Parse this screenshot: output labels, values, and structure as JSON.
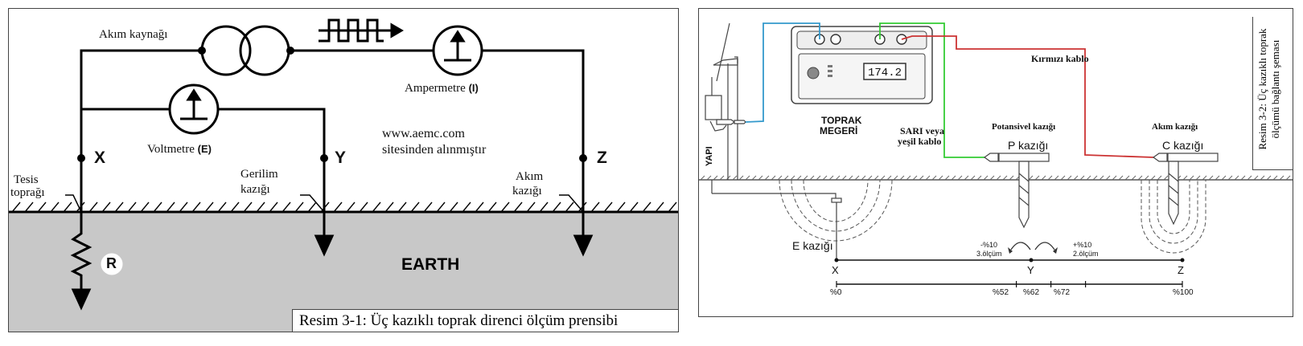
{
  "left": {
    "current_source_label": "Akım kaynağı",
    "ammeter_label": "Ampermetre",
    "ammeter_symbol": "(I)",
    "voltmeter_label": "Voltmetre",
    "voltmeter_symbol": "(E)",
    "source_note_1": "www.aemc.com",
    "source_note_2": "sitesinden alınmıştır",
    "node_x": "X",
    "node_y": "Y",
    "node_z": "Z",
    "facility_ground_1": "Tesis",
    "facility_ground_2": "toprağı",
    "voltage_stake_1": "Gerilim",
    "voltage_stake_2": "kazığı",
    "current_stake_1": "Akım",
    "current_stake_2": "kazığı",
    "resistance_label": "R",
    "earth_label": "EARTH",
    "caption": "Resim 3-1: Üç kazıklı toprak direnci ölçüm prensibi",
    "earth_color": "#c8c8c8"
  },
  "right": {
    "caption_line_1": "Resim 3-2: Üç kazıklı toprak",
    "caption_line_2": "ölçümü bağlantı şeması",
    "structure_label": "YAPI",
    "meter_label_1": "TOPRAK",
    "meter_label_2": "MEGERİ",
    "meter_display": "174.2",
    "yellow_cable_1": "SARI veya",
    "yellow_cable_2": "yeşil kablo",
    "red_cable": "Kırmızı kablo",
    "potential_stake_title": "Potansivel kazığı",
    "potential_stake": "P kazığı",
    "current_stake_title": "Akım kazığı",
    "current_stake": "C kazığı",
    "e_stake": "E kazığı",
    "minus_note_1": "-%10",
    "minus_note_2": "3.ölçüm",
    "plus_note_1": "+%10",
    "plus_note_2": "2.ölçüm",
    "axis_x": "X",
    "axis_y": "Y",
    "axis_z": "Z",
    "scale_labels": [
      "%0",
      "%52",
      "%62",
      "%72",
      "%100"
    ],
    "blue_cable_color": "#3399cc",
    "green_cable_color": "#33cc33",
    "red_cable_color": "#cc3333"
  }
}
